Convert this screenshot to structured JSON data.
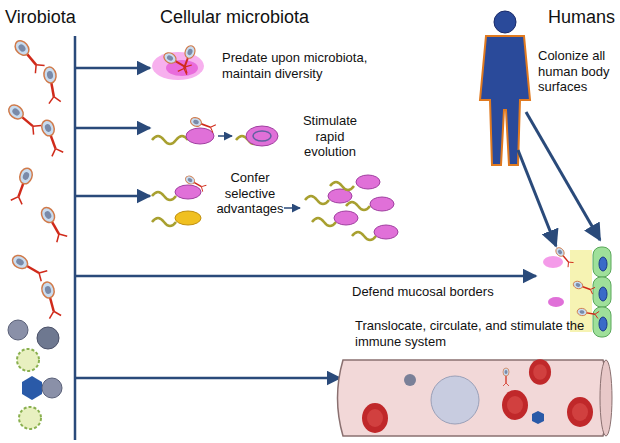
{
  "diagram": {
    "labels": [
      "Virobiota",
      "Cellular microbiota",
      "Humans",
      "Predate upon microbiota, maintain diversity",
      "Stimulate rapid evolution",
      "Confer selective advantages",
      "Colonize all human body surfaces",
      "Defend mucosal borders",
      "Translocate, circulate, and stimulate the immune system"
    ]
  }
}
